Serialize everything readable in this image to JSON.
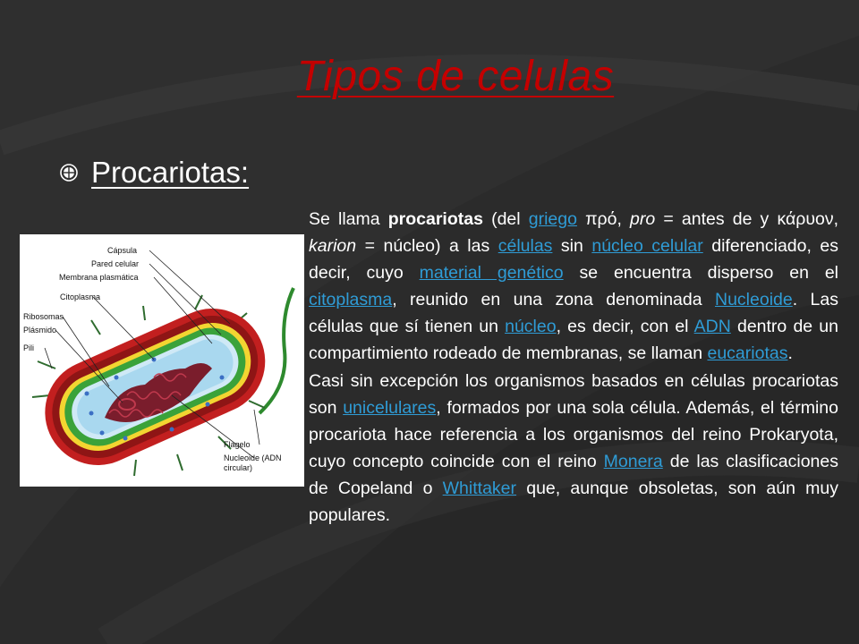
{
  "slide": {
    "title": "Tipos de celulas",
    "heading": "Procariotas:"
  },
  "diagram": {
    "labels": {
      "capsula": "Cápsula",
      "pared": "Pared celular",
      "membrana": "Membrana plasmática",
      "citoplasma": "Citoplasma",
      "ribosomas": "Ribosomas",
      "plasmido": "Plásmido",
      "pili": "Pili",
      "flagelo": "Flagelo",
      "nucleoide_1": "Nucleoide (ADN",
      "nucleoide_2": "circular)"
    }
  },
  "body": {
    "p1": {
      "t1": "Se llama ",
      "b1": "procariotas",
      "t2": " (del ",
      "l_griego": "griego",
      "t3": " πρό, ",
      "i_pro": "pro",
      "t4": " = antes de y κάρυον, ",
      "i_karion": "karion",
      "t5": " = núcleo) a las ",
      "l_celulas": "células",
      "t6": " sin ",
      "l_nucleo_celular": "núcleo celular",
      "t7": " diferenciado, es decir, cuyo ",
      "l_material": "material genético",
      "t8": " se encuentra disperso en el ",
      "l_citoplasma": "citoplasma",
      "t9": ", reunido en una zona denominada ",
      "l_nucleoide": "Nucleoide",
      "t10": ". Las células que sí tienen un ",
      "l_nucleo": "núcleo",
      "t11": ", es decir, con el ",
      "l_adn": "ADN",
      "t12": " dentro de un compartimiento rodeado de membranas, se llaman ",
      "l_eucariotas": "eucariotas",
      "t13": "."
    },
    "p2": {
      "t1": "Casi sin excepción los organismos basados en células procariotas son ",
      "l_unicelulares": "unicelulares",
      "t2": ", formados por una sola célula. Además, el término procariota hace referencia a los organismos del reino Prokaryota, cuyo concepto coincide con el reino ",
      "l_monera": "Monera",
      "t3": " de las clasificaciones de Copeland o ",
      "l_whittaker": "Whittaker",
      "t4": " que, aunque obsoletas, son aún muy populares."
    }
  },
  "colors": {
    "background": "#2b2b2b",
    "title": "#c40000",
    "link": "#2f9cd6",
    "text": "#ffffff"
  }
}
